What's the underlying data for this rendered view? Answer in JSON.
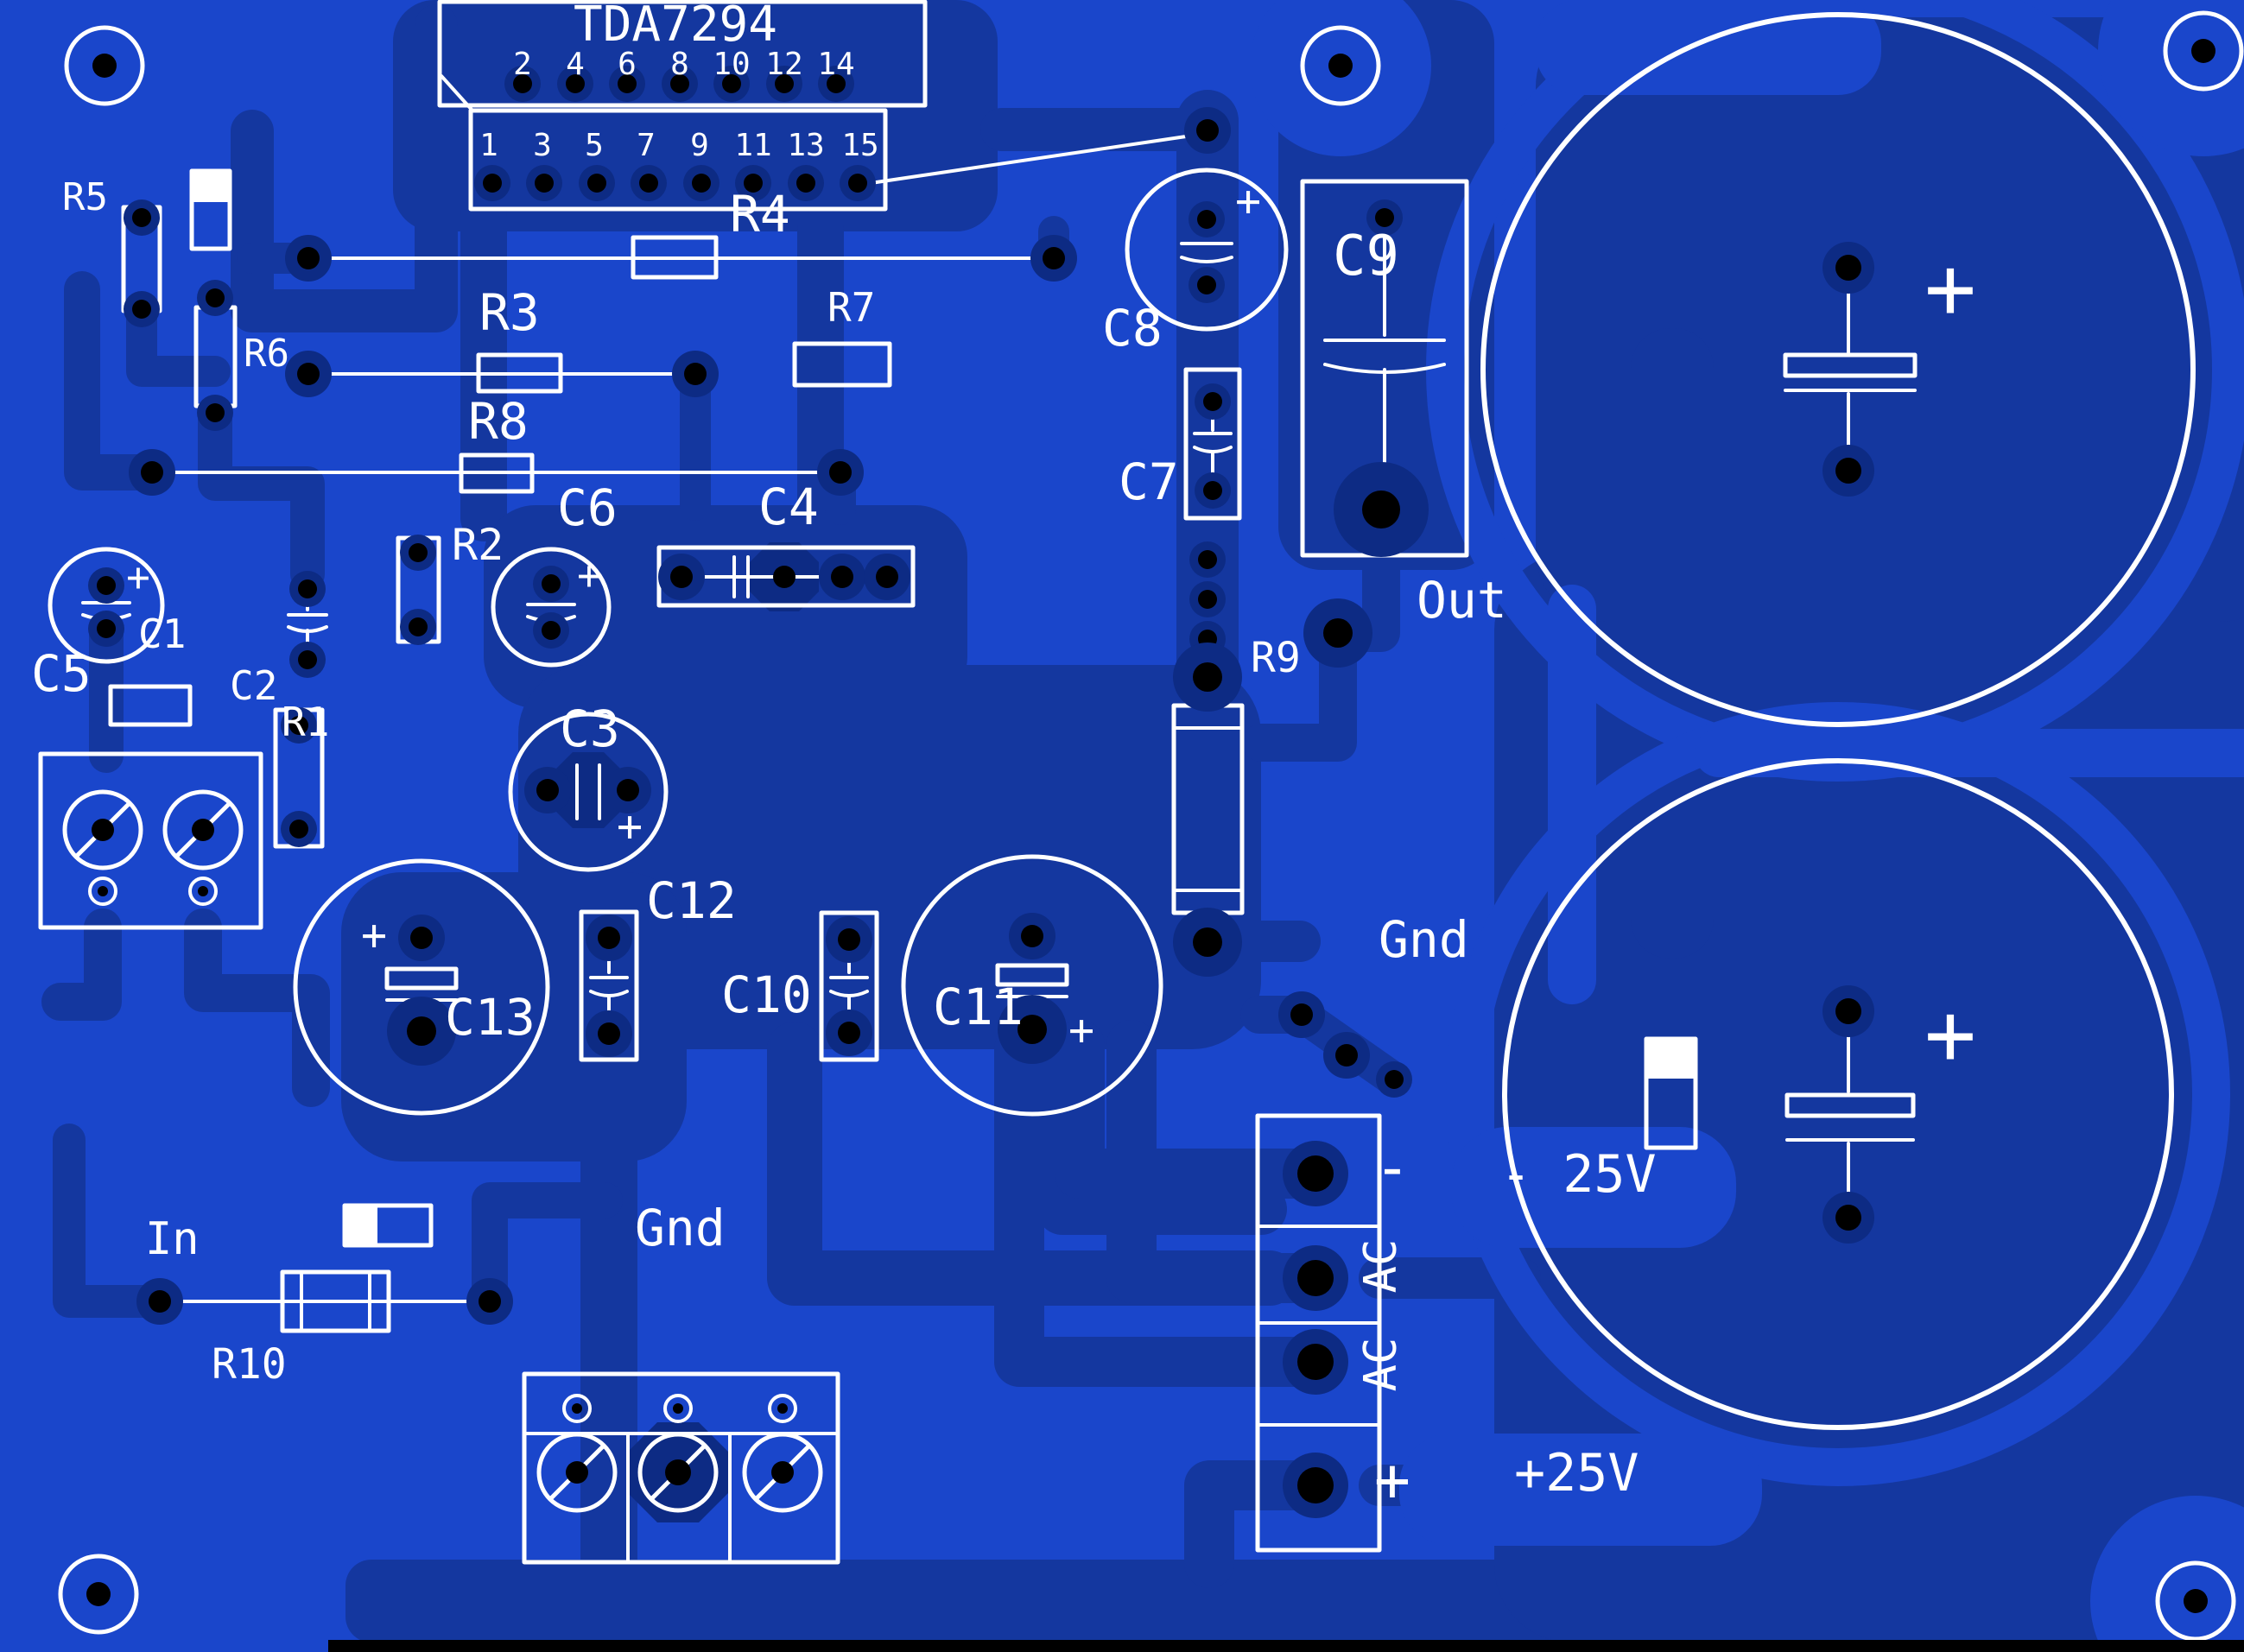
{
  "board": {
    "description": "TDA7294 audio amplifier printed circuit board layout (blueprint style)",
    "colors": {
      "substrate": "#1a46cb",
      "copper_pour": "#14379f",
      "annular_ring": "#0d2b84",
      "silkscreen": "#ffffff",
      "drill": "#000000",
      "edge_strip": "#000000"
    }
  },
  "ic": {
    "label": "TDA7294",
    "pins_top": [
      "2",
      "4",
      "6",
      "8",
      "10",
      "12",
      "14"
    ],
    "pins_bottom": [
      "1",
      "3",
      "5",
      "7",
      "9",
      "11",
      "13",
      "15"
    ]
  },
  "components": {
    "r1": "R1",
    "r2": "R2",
    "r3": "R3",
    "r4": "R4",
    "r5": "R5",
    "r6": "R6",
    "r7": "R7",
    "r8": "R8",
    "r9": "R9",
    "r10": "R10",
    "c1": "C1",
    "c2": "C2",
    "c3": "C3",
    "c4": "C4",
    "c5": "C5",
    "c6": "C6",
    "c7": "C7",
    "c8": "C8",
    "c9": "C9",
    "c10": "C10",
    "c11": "C11",
    "c12": "C12",
    "c13": "C13"
  },
  "labels": {
    "input": "In",
    "output": "Out",
    "ground_center": "Gnd",
    "ground_right": "Gnd",
    "supply_negative": "- 25V",
    "supply_positive": "+25V",
    "ac_1": "AC",
    "ac_2": "AC",
    "plus": "+",
    "minus": "-"
  }
}
